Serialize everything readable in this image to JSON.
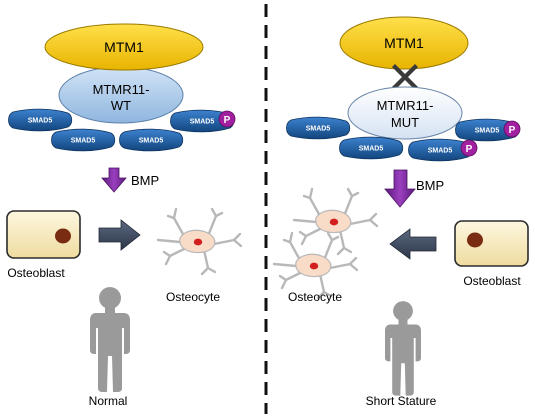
{
  "left": {
    "protein_top": "MTM1",
    "protein_bottom_line1": "MTMR11-",
    "protein_bottom_line2": "WT",
    "smad": "SMAD5",
    "phospho": "P",
    "signal": "BMP",
    "cell_from": "Osteoblast",
    "cell_to": "Osteocyte",
    "outcome": "Normal"
  },
  "right": {
    "protein_top": "MTM1",
    "protein_bottom_line1": "MTMR11-",
    "protein_bottom_line2": "MUT",
    "smad": "SMAD5",
    "phospho": "P",
    "signal": "BMP",
    "cell_from": "Osteoblast",
    "cell_to": "Osteocyte",
    "outcome": "Short Stature"
  },
  "colors": {
    "mtm1_fill": "#f2c30a",
    "mtmr11_wt_fill": "#a9c9ea",
    "mtmr11_mut_fill": "#e6eef9",
    "smad_fill": "#1d5fa6",
    "phospho_fill": "#a020a0",
    "bmp_arrow": "#7a2b9c",
    "process_arrow": "#3e4a5e",
    "osteoblast_fill": "#f7edc5",
    "nucleus": "#7a2c12",
    "person": "#9a9a9a",
    "divider": "#111111"
  },
  "icons": [
    "inhibition-x-icon",
    "person-silhouette-icon",
    "osteocyte-cell-icon"
  ]
}
